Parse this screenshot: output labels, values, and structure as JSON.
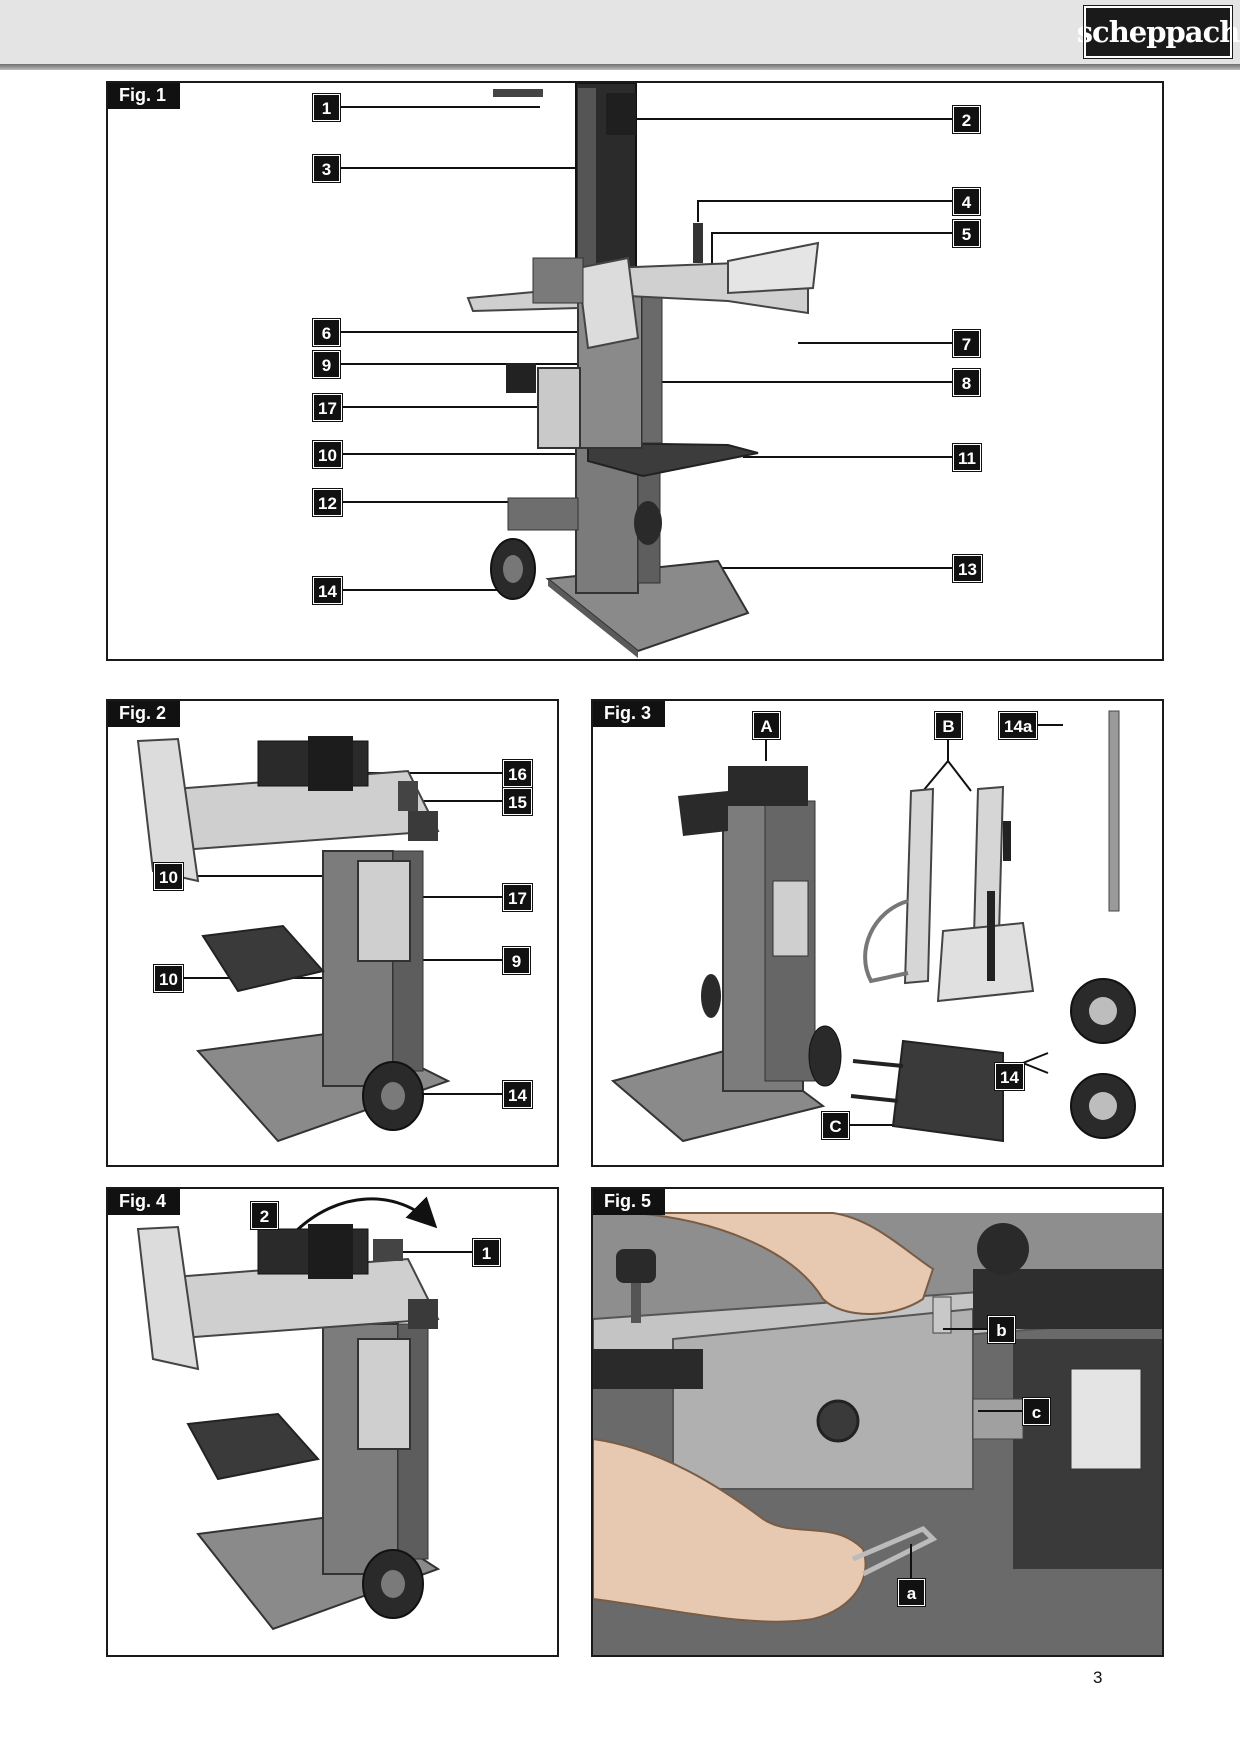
{
  "header": {
    "brand_logo": "scheppach"
  },
  "figures": {
    "fig1": {
      "title": "Fig. 1",
      "labels": [
        "1",
        "2",
        "3",
        "4",
        "5",
        "6",
        "7",
        "8",
        "9",
        "17",
        "10",
        "11",
        "12",
        "13",
        "14"
      ]
    },
    "fig2": {
      "title": "Fig. 2",
      "labels": [
        "16",
        "15",
        "10",
        "17",
        "9",
        "10",
        "14"
      ]
    },
    "fig3": {
      "title": "Fig. 3",
      "labels": [
        "A",
        "B",
        "14a",
        "14",
        "C"
      ]
    },
    "fig4": {
      "title": "Fig. 4",
      "labels": [
        "2",
        "1"
      ]
    },
    "fig5": {
      "title": "Fig. 5",
      "labels": [
        "b",
        "c",
        "a"
      ]
    }
  },
  "footer": {
    "page_number": "3"
  },
  "colors": {
    "label_bg": "#111111",
    "frame": "#1a1a1a",
    "machine_dark": "#3a3a3a",
    "machine_mid": "#7d7d7d",
    "machine_light": "#c8c8c8"
  }
}
